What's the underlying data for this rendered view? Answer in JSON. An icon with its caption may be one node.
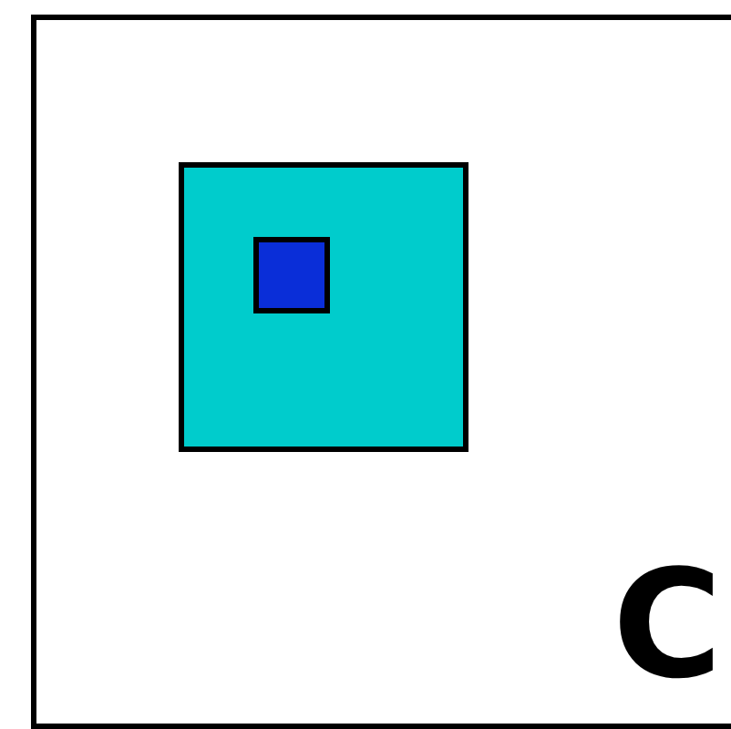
{
  "diagram": {
    "nodes": [
      {
        "text": [
          "C"
        ]
      },
      {
        "text": [],
        "shape": "box",
        "in": 0
      },
      {
        "text": [],
        "shape": "box",
        "in": 1
      }
    ]
  }
}
